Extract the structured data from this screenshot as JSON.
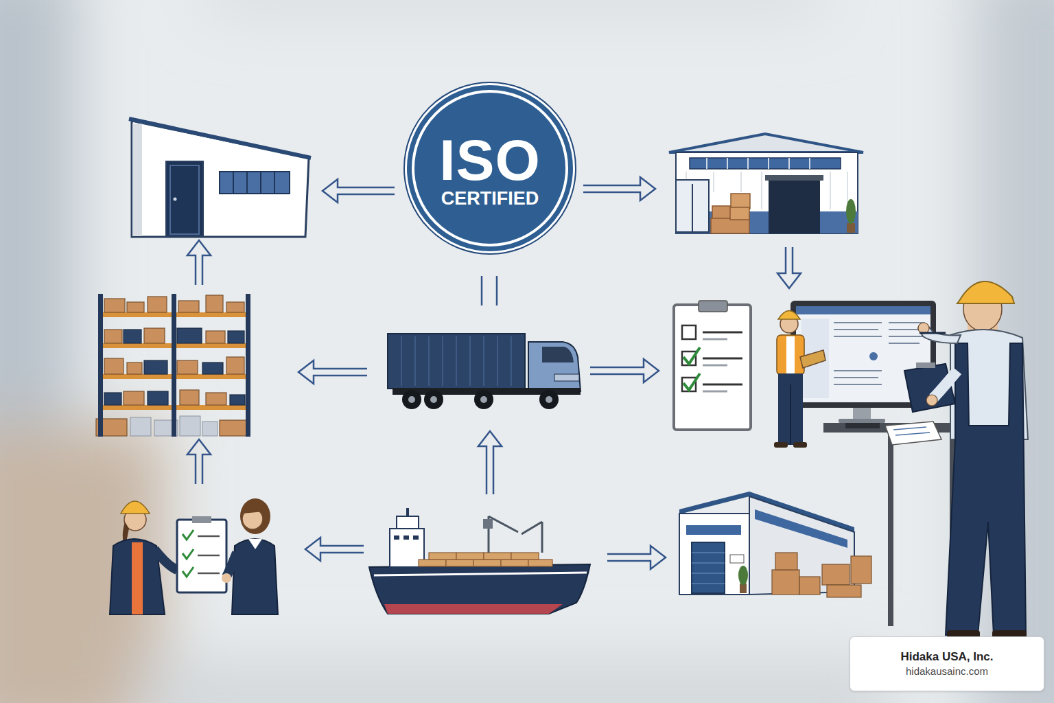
{
  "diagram": {
    "nodes": [
      {
        "text": [
          "ISO",
          "CERTIFIED"
        ]
      },
      {
        "text": [
          "Hidaka USA, Inc.",
          "hidakausainc.com"
        ]
      }
    ]
  }
}
